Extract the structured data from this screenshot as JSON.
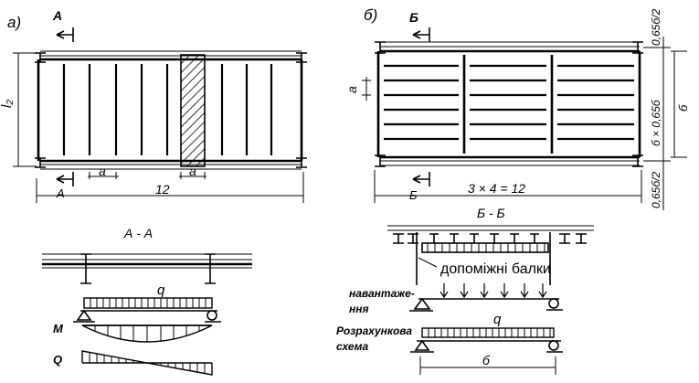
{
  "panel_a": {
    "tag": "а)",
    "section_mark_top": "А",
    "section_mark_bottom": "А",
    "span_height_label": "l₂",
    "spacing_label_bottom": "a",
    "spacing_label_hatched": "a",
    "length_label": "12"
  },
  "section_aa": {
    "title": "А - А",
    "load_label": "q",
    "moment_label": "M",
    "shear_label": "Q"
  },
  "panel_b": {
    "tag": "б)",
    "section_mark_top": "Б",
    "section_mark_bottom": "Б",
    "spacing_label": "a",
    "length_label": "3 × 4 = 12",
    "right_dim_top": "0,65б/2",
    "right_dim_mid": "б × 0,65б",
    "right_dim_total": "б",
    "right_dim_bottom": "0,65б/2"
  },
  "section_bb": {
    "title": "Б - Б",
    "aux_beams_label": "допоміжні балки",
    "loading_label_line1": "навантаже-",
    "loading_label_line2": "ння",
    "calc_scheme_label_line1": "Розрахункова",
    "calc_scheme_label_line2": "схема",
    "load_label": "q",
    "span_label": "б"
  }
}
